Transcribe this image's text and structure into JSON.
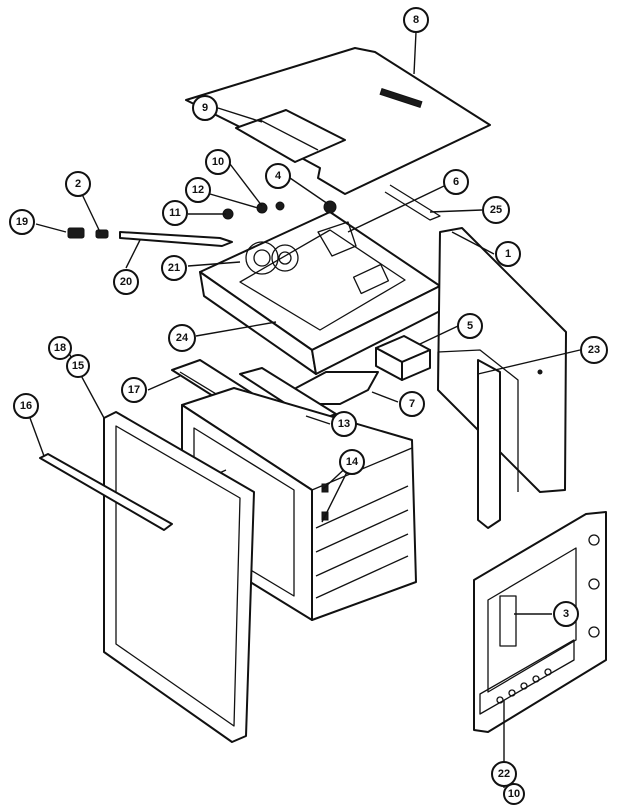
{
  "callouts": [
    {
      "id": "c8a",
      "label": "8"
    },
    {
      "id": "c9",
      "label": "9"
    },
    {
      "id": "c10a",
      "label": "10"
    },
    {
      "id": "c4",
      "label": "4"
    },
    {
      "id": "c6",
      "label": "6"
    },
    {
      "id": "c2",
      "label": "2"
    },
    {
      "id": "c12",
      "label": "12"
    },
    {
      "id": "c11",
      "label": "11"
    },
    {
      "id": "c25",
      "label": "25"
    },
    {
      "id": "c19",
      "label": "19"
    },
    {
      "id": "c1",
      "label": "1"
    },
    {
      "id": "c21",
      "label": "21"
    },
    {
      "id": "c20",
      "label": "20"
    },
    {
      "id": "c5",
      "label": "5"
    },
    {
      "id": "c24",
      "label": "24"
    },
    {
      "id": "c18",
      "label": "18"
    },
    {
      "id": "c15",
      "label": "15"
    },
    {
      "id": "c23",
      "label": "23"
    },
    {
      "id": "c17",
      "label": "17"
    },
    {
      "id": "c7",
      "label": "7"
    },
    {
      "id": "c16",
      "label": "16"
    },
    {
      "id": "c13",
      "label": "13"
    },
    {
      "id": "c14",
      "label": "14"
    },
    {
      "id": "c3",
      "label": "3"
    },
    {
      "id": "c22",
      "label": "22"
    },
    {
      "id": "c10b",
      "label": "10"
    }
  ]
}
